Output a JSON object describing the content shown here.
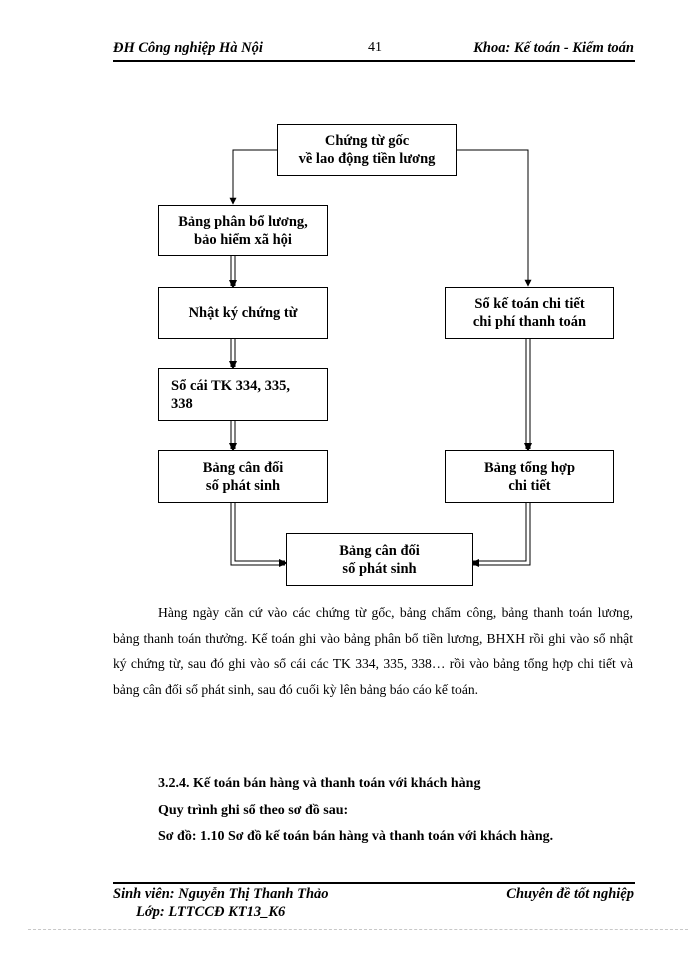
{
  "header": {
    "left": "ĐH Công nghiệp Hà Nội",
    "page_number": "41",
    "right": "Khoa: Kế toán - Kiểm toán"
  },
  "diagram": {
    "top_box": "Chứng từ  gốc\nvề lao động tiền lương",
    "left_1": "Bảng phân bổ lương,\nbảo hiểm xã hội",
    "left_2": "Nhật ký chứng từ",
    "left_3": "Sổ cái TK 334, 335,\n338",
    "left_4": "Bảng cân đối\nsố phát sinh",
    "right_1": "Sổ kế toán chi tiết\nchi phí thanh toán",
    "right_2": "Bảng tổng hợp\nchi tiết",
    "bottom_box": "Bảng cân đối\nsố phát sinh"
  },
  "paragraph": "Hàng ngày căn cứ vào các chứng từ gốc, bảng chấm công, bảng thanh toán lương, bảng thanh toán thưởng. Kế toán ghi vào bảng phân bổ tiền lương, BHXH rồi ghi vào sổ nhật ký chứng từ, sau đó ghi vào sổ cái các TK 334, 335, 338… rồi vào bảng tổng hợp chi tiết và bảng cân đối số phát sinh, sau đó cuối kỳ lên bảng báo cáo kế toán.",
  "section": {
    "heading": "3.2.4. Kế toán bán hàng và thanh toán với khách hàng",
    "line1": "Quy trình ghi sổ theo sơ đồ sau:",
    "line2": "Sơ đồ: 1.10 Sơ đồ kế toán bán hàng và thanh toán với khách hàng."
  },
  "footer": {
    "student": "Sinh viên: Nguyễn Thị Thanh Thảo",
    "class": "Lớp: LTTCCĐ  KT13_K6",
    "right": "Chuyên  đề tốt nghiệp"
  }
}
